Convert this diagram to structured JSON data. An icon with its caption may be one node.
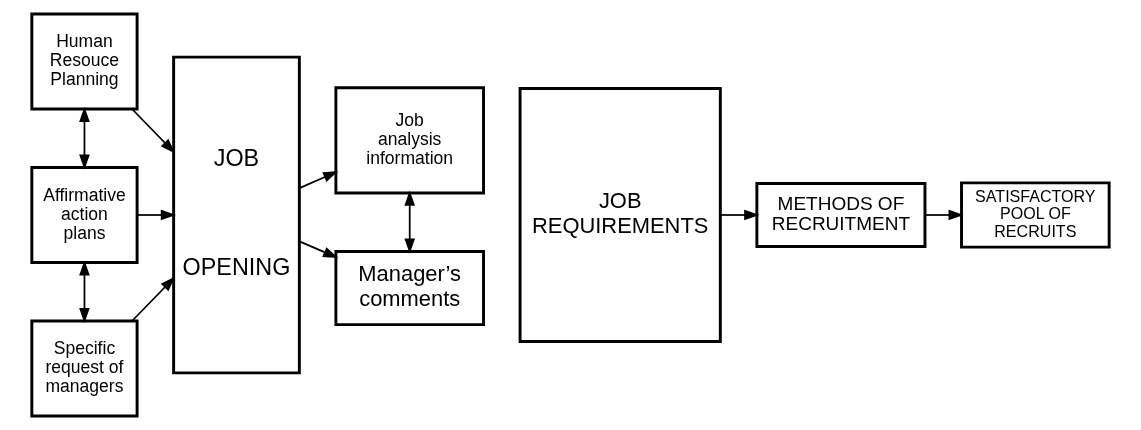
{
  "diagram": {
    "nodes": [
      {
        "text": [
          "Human Resouce Planning"
        ]
      },
      {
        "text": [
          "Affirmative action plans"
        ]
      },
      {
        "text": [
          "Specific request of managers"
        ]
      },
      {
        "text": [
          "JOB",
          "OPENING"
        ]
      },
      {
        "text": [
          "Job analysis information"
        ]
      },
      {
        "text": [
          "Manager’s comments"
        ]
      },
      {
        "text": [
          "JOB REQUIREMENTS"
        ]
      },
      {
        "text": [
          "METHODS OF RECRUITMENT"
        ]
      },
      {
        "text": [
          "SATISFACTORY POOL OF RECRUITS"
        ]
      }
    ],
    "edges": [
      {
        "from": 0,
        "to": 3,
        "arrow": "to"
      },
      {
        "from": 1,
        "to": 3,
        "arrow": "to"
      },
      {
        "from": 2,
        "to": 3,
        "arrow": "to"
      },
      {
        "from": 0,
        "to": 1,
        "arrow": "both"
      },
      {
        "from": 1,
        "to": 2,
        "arrow": "both"
      },
      {
        "from": 3,
        "to": 4,
        "arrow": "to"
      },
      {
        "from": 3,
        "to": 5,
        "arrow": "to"
      },
      {
        "from": 4,
        "to": 5,
        "arrow": "both"
      },
      {
        "from": 6,
        "to": 7,
        "arrow": "to"
      },
      {
        "from": 7,
        "to": 8,
        "arrow": "to"
      }
    ]
  }
}
